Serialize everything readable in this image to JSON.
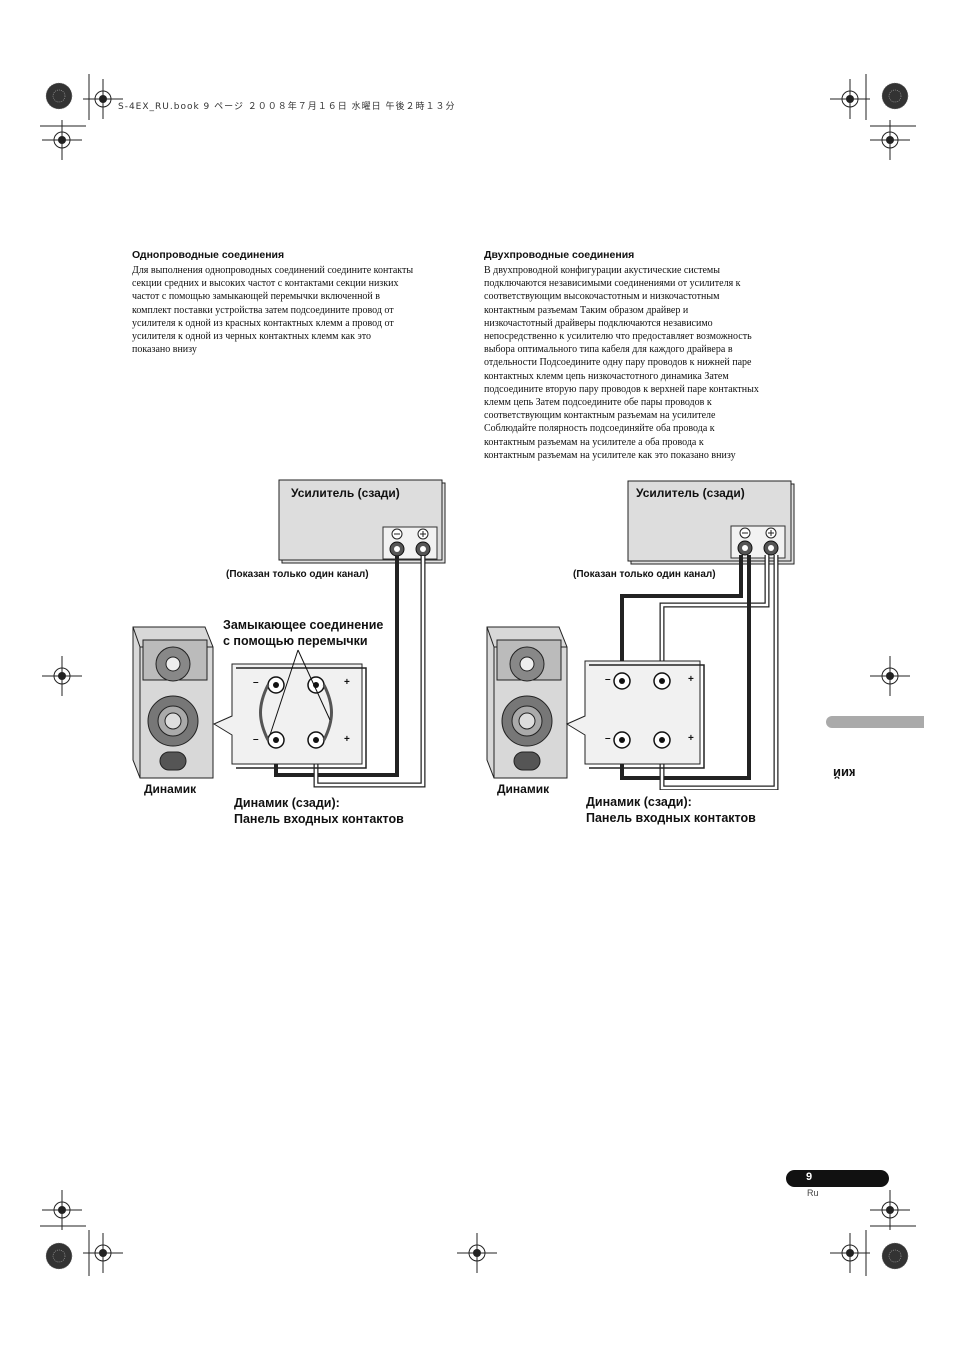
{
  "header": {
    "file_info": "S-4EX_RU.book  9 ページ  ２００８年７月１６日  水曜日  午後２時１３分"
  },
  "left_section": {
    "title": "Однопроводные соединения",
    "body": "Для выполнения однопроводных соединений  соедините контакты\nсекции средних и высоких частот с контактами секции низких\nчастот с помощью замыкающей перемычки  включенной в\nкомплект поставки устройства  затем подсоедините провод       от\nусилителя к одной из красных контактных клемм  а провод       от\nусилителя       к одной из черных контактных клемм  как это\nпоказано внизу"
  },
  "right_section": {
    "title": "Двухпроводные соединения",
    "body": "В двухпроводной конфигурации акустические системы\nподключаются независимыми соединениями от усилителя к\nсоответствующим высокочастотным и низкочастотным\nконтактным разъемам  Таким образом  драйвер          и\nнизкочастотный драйверы подключаются независимо\nнепосредственно к усилителю  что предоставляет возможность\nвыбора оптимального типа кабеля для каждого драйвера в\nотдельности  Подсоедините одну пару проводов к нижней паре\nконтактных клемм  цепь низкочастотного динамика   Затем\nподсоедините вторую пару проводов к верхней паре контактных\nклемм  цепь            Затем подсоедините обе пары проводов к\nсоответствующим контактным разъемам на усилителе\nСоблюдайте полярность  подсоединяйте оба провода      к\nконтактным разъемам       на усилителе  а оба провода           к\nконтактным разъемам       на усилителе  как это показано внизу"
  },
  "diagram_left": {
    "amp_label": "Усилитель (сзади)",
    "channel_note": "(Показан только один канал)",
    "jumper_label": "Замыкающее соединение\nс помощью перемычки",
    "speaker_label": "Динамик",
    "panel_label": "Динамик (сзади):\nПанель входных контактов",
    "minus": "–",
    "plus": "+"
  },
  "diagram_right": {
    "amp_label": "Усилитель (сзади)",
    "channel_note": "(Показан только один канал)",
    "speaker_label": "Динамик",
    "panel_label": "Динамик (сзади):\nПанель входных контактов",
    "minus": "–",
    "plus": "+"
  },
  "side_tab": {
    "label": "кий"
  },
  "footer": {
    "page_number": "9",
    "language": "Ru"
  }
}
